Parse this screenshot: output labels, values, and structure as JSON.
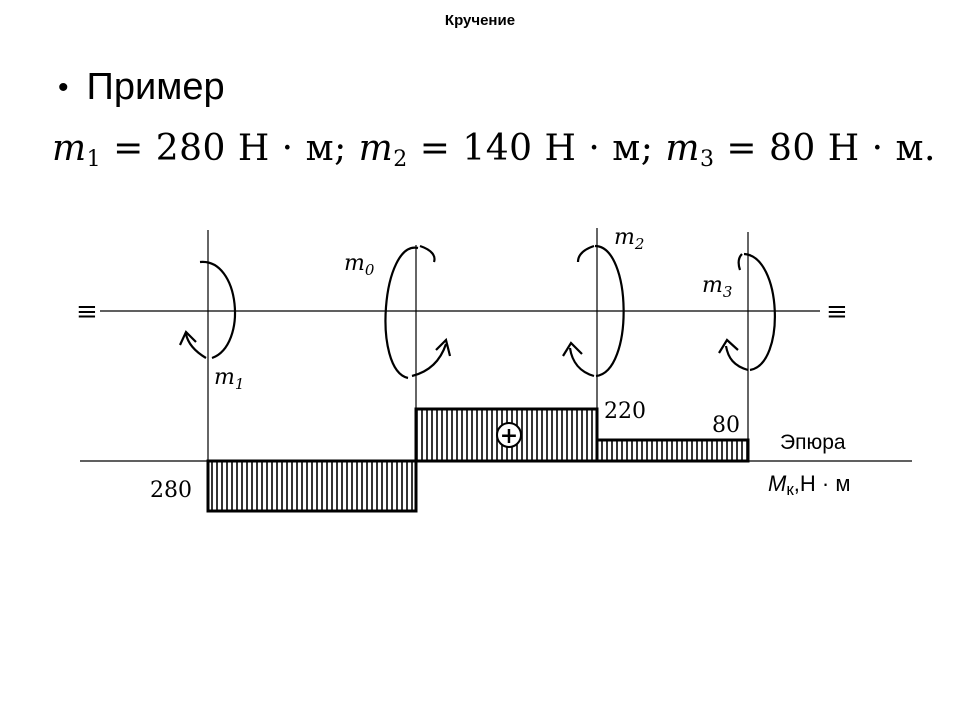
{
  "header": {
    "title": "Кручение"
  },
  "bullet": {
    "text": "Пример"
  },
  "formula": {
    "m1_sym": "m",
    "m1_sub": "1",
    "m1_val": " = 280 Н · м; ",
    "m2_sym": "m",
    "m2_sub": "2",
    "m2_val": " = 140 Н · м; ",
    "m3_sym": "m",
    "m3_sub": "3",
    "m3_val": " = 80 Н · м."
  },
  "diagram": {
    "moments": [
      {
        "sym": "m",
        "sub": "1"
      },
      {
        "sym": "m",
        "sub": "0"
      },
      {
        "sym": "m",
        "sub": "2"
      },
      {
        "sym": "m",
        "sub": "3"
      }
    ],
    "values": {
      "left": "280",
      "mid_top": "220",
      "right_top": "80",
      "sign": "+"
    },
    "epure_label": "Эпюра",
    "mk_label": {
      "sym": "M",
      "sub": "к",
      "unit": ",Н · м"
    },
    "support_mark": "≡",
    "segments": [
      {
        "from": "m1",
        "to": "m0",
        "value": -280
      },
      {
        "from": "m0",
        "to": "m2",
        "value": 220
      },
      {
        "from": "m2",
        "to": "m3",
        "value": 80
      }
    ]
  }
}
